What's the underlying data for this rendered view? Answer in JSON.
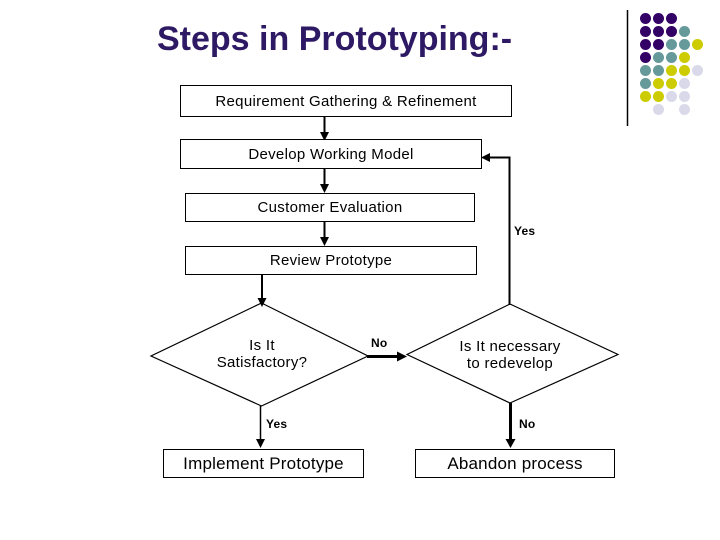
{
  "slide": {
    "title": "Steps in Prototyping:-",
    "title_color": "#2e1a64"
  },
  "flowchart": {
    "boxes": [
      {
        "label": "Requirement Gathering & Refinement"
      },
      {
        "label": "Develop Working Model"
      },
      {
        "label": "Customer Evaluation"
      },
      {
        "label": "Review Prototype"
      },
      {
        "label": "Implement Prototype"
      },
      {
        "label": "Abandon process"
      }
    ],
    "decisions": [
      {
        "line1": "Is It",
        "line2": "Satisfactory?"
      },
      {
        "line1": "Is It necessary",
        "line2": "to redevelop"
      }
    ],
    "labels": {
      "yes_return": "Yes",
      "no_to_redevelop": "No",
      "yes_implement": "Yes",
      "no_abandon": "No"
    }
  },
  "decoration": {
    "dot_colors": {
      "P": "#330066",
      "T": "#669999",
      "Y": "#cccc00",
      "L": "#d9d9ea"
    },
    "dot_pattern": [
      "PPP..",
      "PPPT.",
      "PPTTY",
      "PTTY.",
      "TTYYL",
      "TYYL.",
      "YYLL.",
      ".L.L."
    ]
  }
}
